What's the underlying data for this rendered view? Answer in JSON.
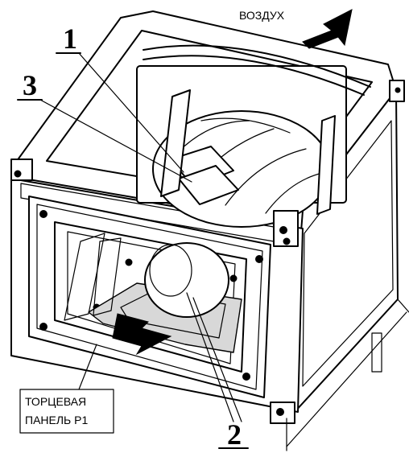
{
  "labels": {
    "air": "ВОЗДУХ",
    "callout_1": "1",
    "callout_2": "2",
    "callout_3": "3",
    "panel_line1": "ТОРЦЕВАЯ",
    "panel_line2": "ПАНЕЛЬ Р1"
  },
  "icons": {
    "air_in_arrow": "arrow-down-left-icon",
    "air_out_arrow": "arrow-down-left-icon"
  },
  "colors": {
    "line": "#000000",
    "background": "#ffffff",
    "shade": "#d8d8d8"
  }
}
